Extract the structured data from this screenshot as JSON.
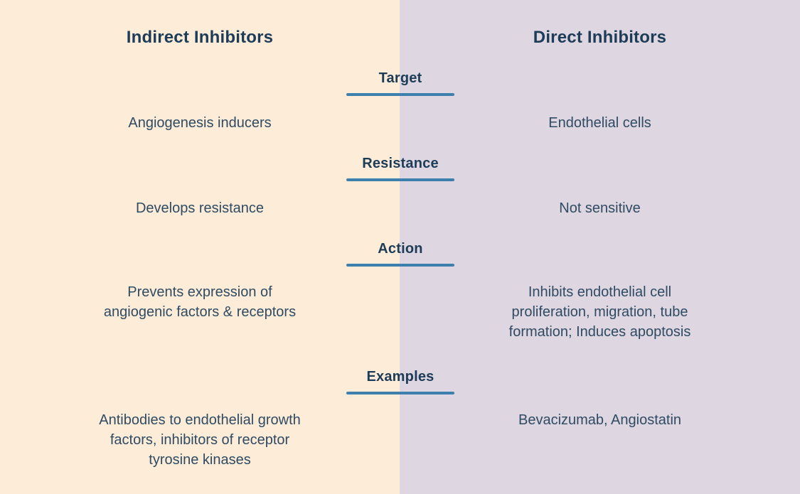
{
  "headers": {
    "left": "Indirect Inhibitors",
    "right": "Direct Inhibitors"
  },
  "sections": [
    {
      "label": "Target",
      "left": "Angiogenesis inducers",
      "right": "Endothelial cells"
    },
    {
      "label": "Resistance",
      "left": "Develops resistance",
      "right": "Not sensitive"
    },
    {
      "label": "Action",
      "left": "Prevents expression of\nangiogenic factors & receptors",
      "right": "Inhibits endothelial cell\nproliferation, migration, tube\nformation; Induces apoptosis"
    },
    {
      "label": "Examples",
      "left": "Antibodies to endothelial growth\nfactors, inhibitors of receptor\ntyrosine kinases",
      "right": "Bevacizumab, Angiostatin"
    }
  ],
  "colors": {
    "left_panel_bg": "#fdecd8",
    "right_panel_bg": "#ded6e0",
    "heading_text": "#1d3c58",
    "body_text": "#2f4b63",
    "label_underline": "#3d80ad"
  }
}
